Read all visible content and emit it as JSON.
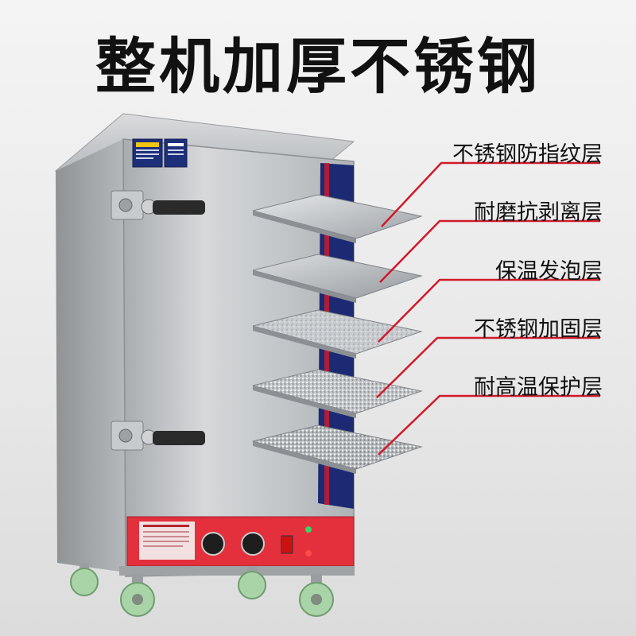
{
  "headline": "整机加厚不锈钢",
  "layers": [
    "不锈钢防指纹层",
    "耐磨抗剥离层",
    "保温发泡层",
    "不锈钢加固层",
    "耐高温保护层"
  ],
  "colors": {
    "accent_line": "#d11a2a",
    "stainless": "#b9bcbf",
    "control_panel": "#e3303c",
    "door_trim": "#1c2a73",
    "wheel": "#a8d4a8"
  }
}
